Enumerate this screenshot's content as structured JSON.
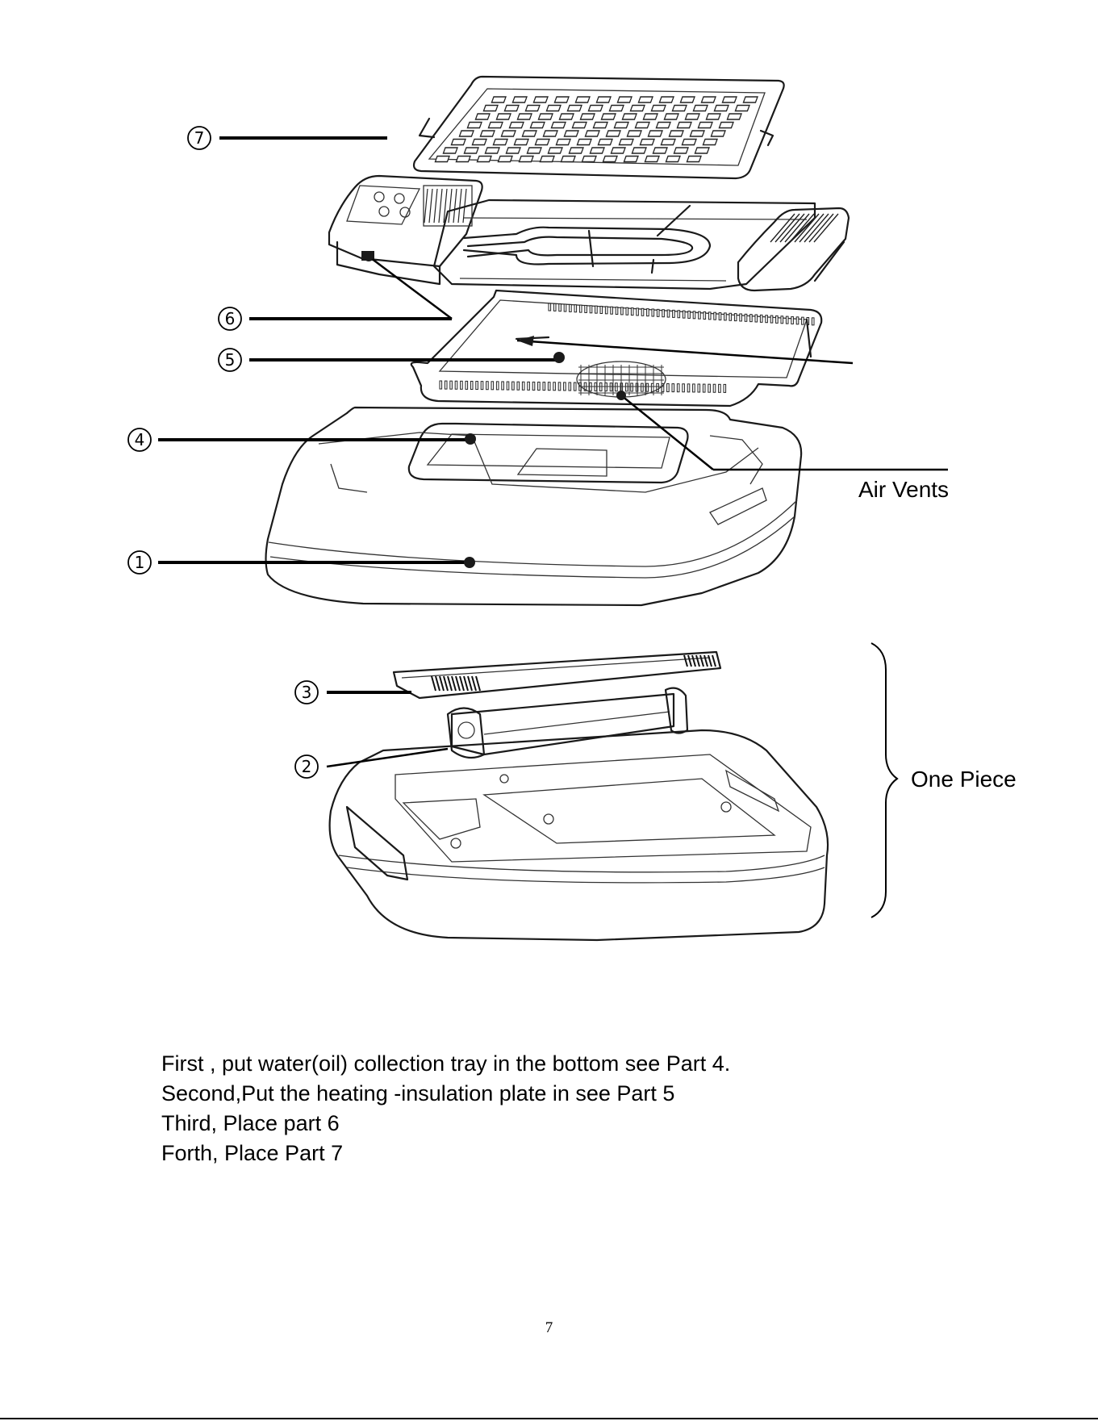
{
  "parts": [
    {
      "number": "7",
      "glyph": "⑦"
    },
    {
      "number": "6",
      "glyph": "⑥"
    },
    {
      "number": "5",
      "glyph": "⑤"
    },
    {
      "number": "4",
      "glyph": "④"
    },
    {
      "number": "1",
      "glyph": "①"
    },
    {
      "number": "3",
      "glyph": "③"
    },
    {
      "number": "2",
      "glyph": "②"
    }
  ],
  "callouts": {
    "air_vents": "Air Vents",
    "one_piece": "One Piece"
  },
  "instructions": [
    "First , put water(oil) collection tray in the bottom see Part 4.",
    "Second,Put the heating -insulation plate in see Part 5",
    "Third, Place part 6",
    "Forth, Place Part 7"
  ],
  "page_number": "7"
}
